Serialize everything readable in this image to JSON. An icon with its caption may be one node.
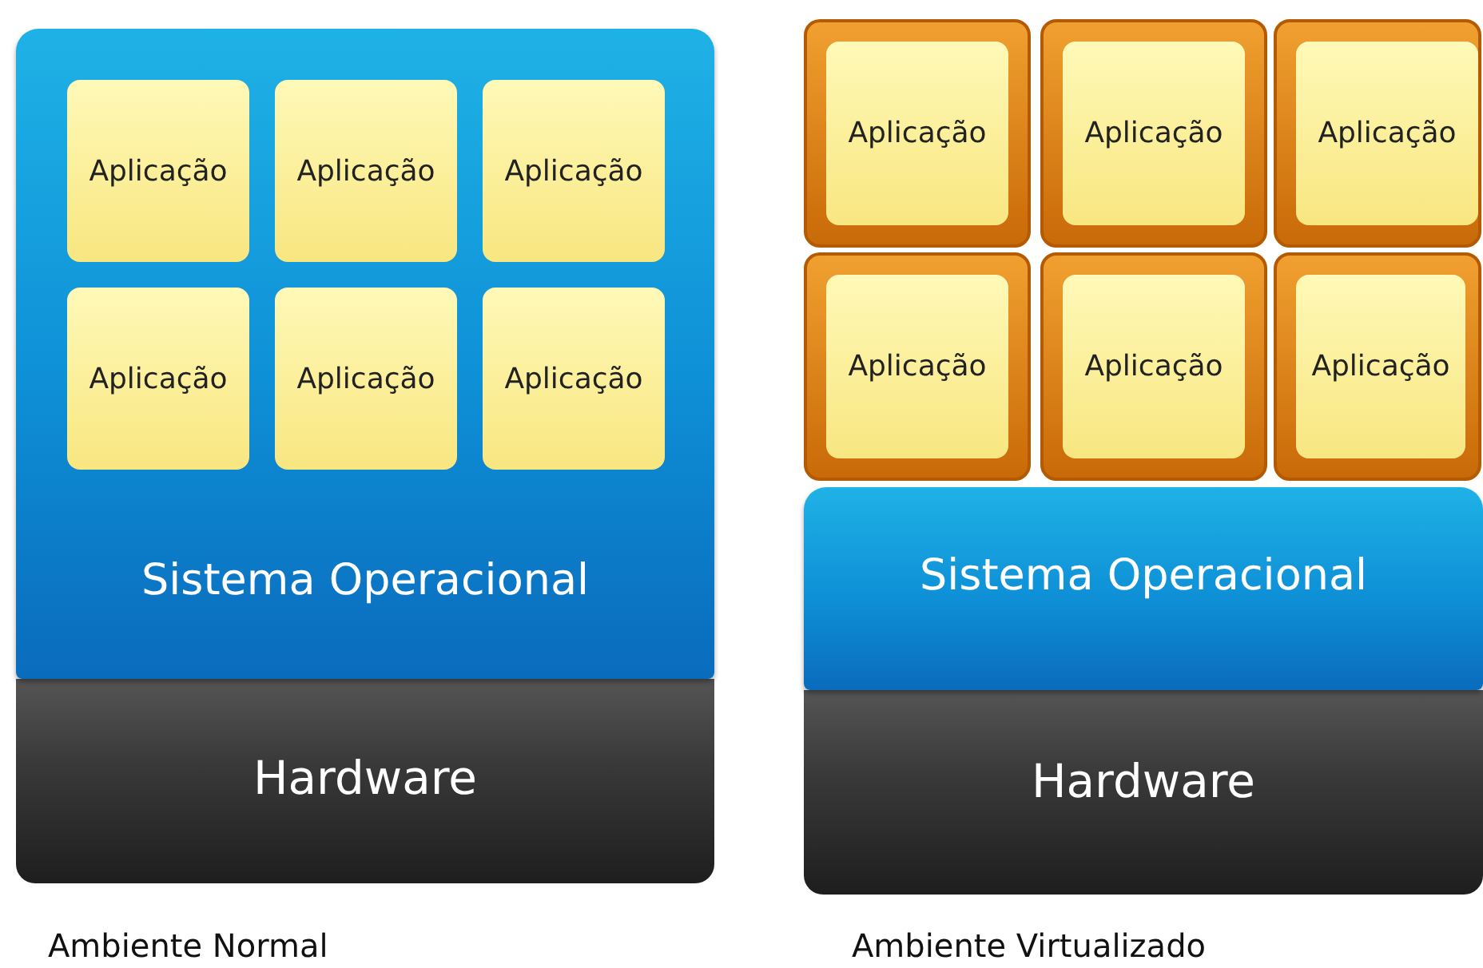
{
  "diagram": {
    "nodes": [
      {
        "text": [
          "Sistema Operacional"
        ]
      },
      {
        "text": [
          "Aplicação"
        ],
        "in": 0
      },
      {
        "text": [
          "Aplicação"
        ],
        "in": 0
      },
      {
        "text": [
          "Aplicação"
        ],
        "in": 0
      },
      {
        "text": [
          "Aplicação"
        ],
        "in": 0
      },
      {
        "text": [
          "Aplicação"
        ],
        "in": 0
      },
      {
        "text": [
          "Aplicação"
        ],
        "in": 0
      },
      {
        "text": [
          "Hardware"
        ]
      },
      {
        "text": [],
        "shape": "box"
      },
      {
        "text": [
          "Aplicação"
        ],
        "in": 8
      },
      {
        "text": [],
        "shape": "box"
      },
      {
        "text": [
          "Aplicação"
        ],
        "in": 10
      },
      {
        "text": [],
        "shape": "box"
      },
      {
        "text": [
          "Aplicação"
        ],
        "in": 12
      },
      {
        "text": [],
        "shape": "box"
      },
      {
        "text": [
          "Aplicação"
        ],
        "in": 14
      },
      {
        "text": [],
        "shape": "box"
      },
      {
        "text": [
          "Aplicação"
        ],
        "in": 16
      },
      {
        "text": [],
        "shape": "box"
      },
      {
        "text": [
          "Aplicação"
        ],
        "in": 18
      },
      {
        "text": [
          "Sistema Operacional"
        ]
      },
      {
        "text": [
          "Hardware"
        ]
      }
    ],
    "labels": [
      "Ambiente Normal",
      "Ambiente Virtualizado"
    ]
  }
}
